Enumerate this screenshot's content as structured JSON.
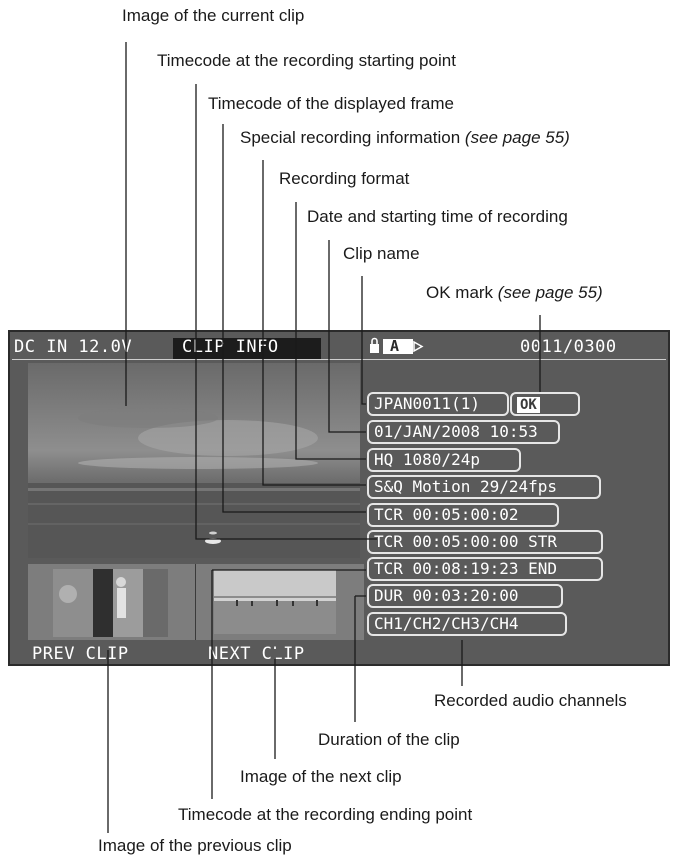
{
  "callouts": {
    "current_clip_image": "Image of the current clip",
    "tc_start": "Timecode at the recording starting point",
    "tc_displayed": "Timecode of the displayed frame",
    "special_recording": "Special recording information",
    "special_recording_ref": "(see page 55)",
    "recording_format": "Recording format",
    "date_time": "Date and starting time of recording",
    "clip_name": "Clip name",
    "ok_mark": "OK mark",
    "ok_mark_ref": "(see page 55)",
    "audio_channels": "Recorded audio channels",
    "duration": "Duration of the clip",
    "next_clip_image": "Image of the next clip",
    "tc_end": "Timecode at the recording ending point",
    "prev_clip_image": "Image of the previous clip"
  },
  "screen": {
    "power": "DC IN 12.0V",
    "title": "CLIP INFO",
    "media_slot": "A",
    "clip_counter": "0011/0300",
    "prev_label": "PREV CLIP",
    "next_label": "NEXT CLIP",
    "fields": {
      "clip_name": "JPAN0011(1)",
      "ok": "OK",
      "date": "01/JAN/2008 10:53",
      "format": "HQ 1080/24p",
      "special": "S&Q Motion 29/24fps",
      "tcr_displayed": "TCR 00:05:00:02",
      "tcr_start": "TCR 00:05:00:00 STR",
      "tcr_end": "TCR 00:08:19:23 END",
      "duration": "DUR 00:03:20:00",
      "channels": "CH1/CH2/CH3/CH4"
    }
  },
  "colors": {
    "screen_bg": "#5a5a5a",
    "text": "#ffffff",
    "callout_text": "#1a1a1a"
  }
}
